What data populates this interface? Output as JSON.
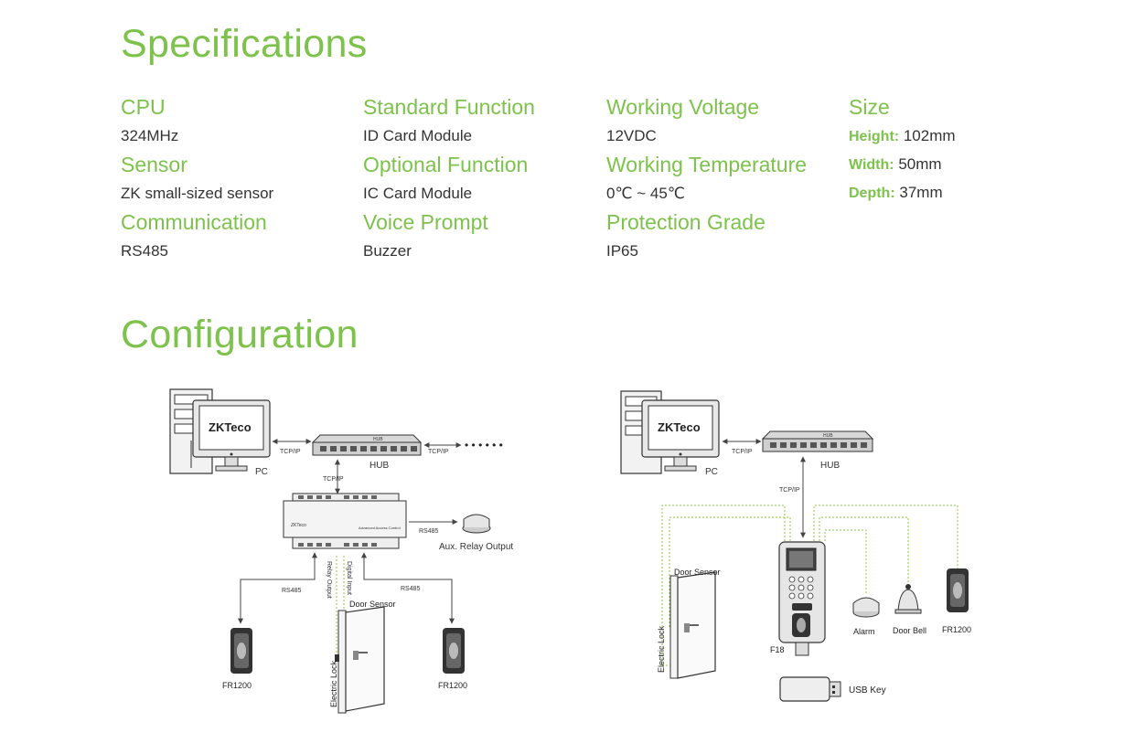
{
  "specifications": {
    "title": "Specifications",
    "columns": [
      [
        {
          "label": "CPU",
          "value": "324MHz"
        },
        {
          "label": "Sensor",
          "value": "ZK small-sized sensor"
        },
        {
          "label": "Communication",
          "value": "RS485"
        }
      ],
      [
        {
          "label": "Standard Function",
          "value": "ID Card Module"
        },
        {
          "label": "Optional Function",
          "value": "IC Card Module"
        },
        {
          "label": "Voice Prompt",
          "value": "Buzzer"
        }
      ],
      [
        {
          "label": "Working Voltage",
          "value": "12VDC"
        },
        {
          "label": "Working Temperature",
          "value": "0℃ ~ 45℃"
        },
        {
          "label": "Protection Grade",
          "value": "IP65"
        }
      ]
    ],
    "size": {
      "label": "Size",
      "items": [
        {
          "key": "Height:",
          "value": "102mm"
        },
        {
          "key": "Width:",
          "value": "50mm"
        },
        {
          "key": "Depth:",
          "value": "37mm"
        }
      ]
    }
  },
  "configuration": {
    "title": "Configuration",
    "left": {
      "brand": "ZKTeco",
      "pc": "PC",
      "hub": "HUB",
      "hub_tag": "HUB",
      "tcpip_1": "TCP/IP",
      "tcpip_2": "TCP/IP",
      "tcpip_3": "TCP/IP",
      "dots": "• • • • • •",
      "panel_brand": "ZKTeco",
      "panel_name": "Advanced Access Control",
      "rs485_1": "RS485",
      "rs485_2": "RS485",
      "rs485_3": "RS485",
      "aux": "Aux. Relay Output",
      "relay_output": "Relay Output",
      "digital_input": "Digital Input",
      "door_sensor": "Door Sensor",
      "electric_lock": "Electric Lock",
      "reader_left": "FR1200",
      "reader_right": "FR1200"
    },
    "right": {
      "brand": "ZKTeco",
      "pc": "PC",
      "hub": "HUB",
      "hub_tag": "HUB",
      "tcpip_1": "TCP/IP",
      "tcpip_2": "TCP/IP",
      "door_sensor": "Door Sensor",
      "electric_lock": "Electric Lock",
      "device": "F18",
      "alarm": "Alarm",
      "door_bell": "Door Bell",
      "reader": "FR1200",
      "usb_key": "USB Key"
    }
  },
  "colors": {
    "accent": "#7dc24b",
    "text": "#333333",
    "line": "#444444",
    "wire": "#8cc63f"
  }
}
